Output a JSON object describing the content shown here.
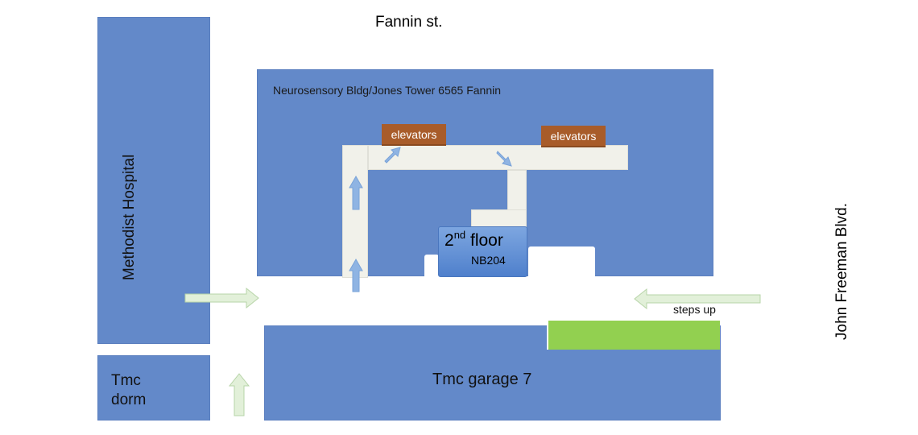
{
  "streets": {
    "top": "Fannin st.",
    "right": "John Freeman Blvd."
  },
  "buildings": {
    "methodist": "Methodist Hospital",
    "neurosensory": "Neurosensory Bldg/Jones Tower 6565 Fannin",
    "tmc_dorm_line1": "Tmc",
    "tmc_dorm_line2": "dorm",
    "garage": "Tmc garage 7"
  },
  "elevators": {
    "left": "elevators",
    "right": "elevators"
  },
  "destination": {
    "floor_number": "2",
    "floor_suffix": "nd",
    "floor_word": "floor",
    "room": "NB204"
  },
  "annotations": {
    "steps_up": "steps up"
  },
  "colors": {
    "building": "#6389c9",
    "corridor": "#f1f1ea",
    "elevator": "#a85c2a",
    "steps": "#92d050",
    "entry_arrow": "#e2f0d9",
    "path_arrow": "#8fb4e3"
  }
}
